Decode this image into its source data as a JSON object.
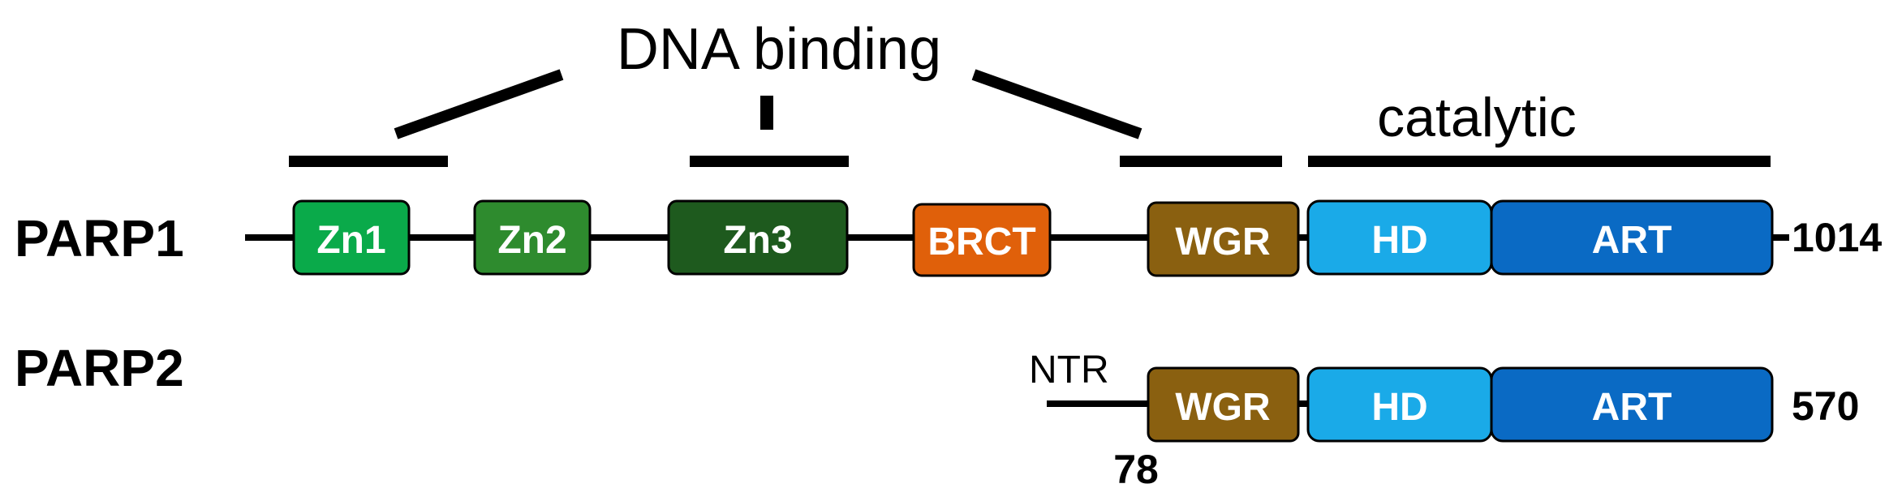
{
  "labels": {
    "dna_binding": "DNA binding",
    "catalytic": "catalytic"
  },
  "proteins": {
    "parp1": {
      "name": "PARP1",
      "end_residue": "1014",
      "domains": [
        {
          "key": "zn1",
          "label": "Zn1",
          "color": "#0aaa4a"
        },
        {
          "key": "zn2",
          "label": "Zn2",
          "color": "#2e8b2e"
        },
        {
          "key": "zn3",
          "label": "Zn3",
          "color": "#1e5a1e"
        },
        {
          "key": "brct",
          "label": "BRCT",
          "color": "#e0600a"
        },
        {
          "key": "wgr",
          "label": "WGR",
          "color": "#8a6010"
        },
        {
          "key": "hd",
          "label": "HD",
          "color": "#1aaae8"
        },
        {
          "key": "art",
          "label": "ART",
          "color": "#0a6ac4"
        }
      ]
    },
    "parp2": {
      "name": "PARP2",
      "ntr_label": "NTR",
      "start_residue": "78",
      "end_residue": "570",
      "domains": [
        {
          "key": "wgr",
          "label": "WGR",
          "color": "#8a6010"
        },
        {
          "key": "hd",
          "label": "HD",
          "color": "#1aaae8"
        },
        {
          "key": "art",
          "label": "ART",
          "color": "#0a6ac4"
        }
      ]
    }
  }
}
